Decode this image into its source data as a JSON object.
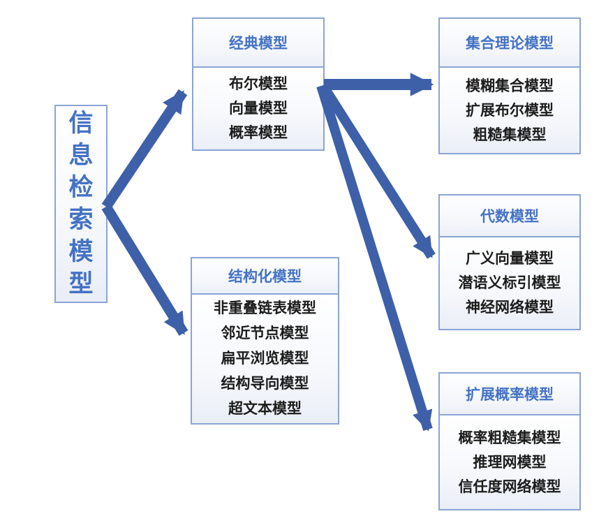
{
  "diagram": {
    "title_implicit": "信息检索模型分类图",
    "root": {
      "title": "信息检索模型"
    },
    "nodes": [
      {
        "id": "classic",
        "title": "经典模型",
        "items": [
          "布尔模型",
          "向量模型",
          "概率模型"
        ]
      },
      {
        "id": "structured",
        "title": "结构化模型",
        "items": [
          "非重叠链表模型",
          "邻近节点模型",
          "扁平浏览模型",
          "结构导向模型",
          "超文本模型"
        ]
      },
      {
        "id": "set_theory",
        "title": "集合理论模型",
        "items": [
          "模糊集合模型",
          "扩展布尔模型",
          "粗糙集模型"
        ]
      },
      {
        "id": "algebraic",
        "title": "代数模型",
        "items": [
          "广义向量模型",
          "潜语义标引模型",
          "神经网络模型"
        ]
      },
      {
        "id": "extended_probability",
        "title": "扩展概率模型",
        "items": [
          "概率粗糙集模型",
          "推理网模型",
          "信任度网络模型"
        ]
      }
    ],
    "edges": [
      {
        "from": "信息检索模型",
        "to": "经典模型"
      },
      {
        "from": "信息检索模型",
        "to": "结构化模型"
      },
      {
        "from": "经典模型",
        "to": "集合理论模型"
      },
      {
        "from": "经典模型",
        "to": "代数模型"
      },
      {
        "from": "经典模型",
        "to": "扩展概率模型"
      }
    ],
    "colors": {
      "accent": "#4472C4",
      "arrow": "#3D60A9",
      "border": "#8AA4D6",
      "text": "#1C1C1C",
      "background": "#FFFFFF"
    }
  }
}
